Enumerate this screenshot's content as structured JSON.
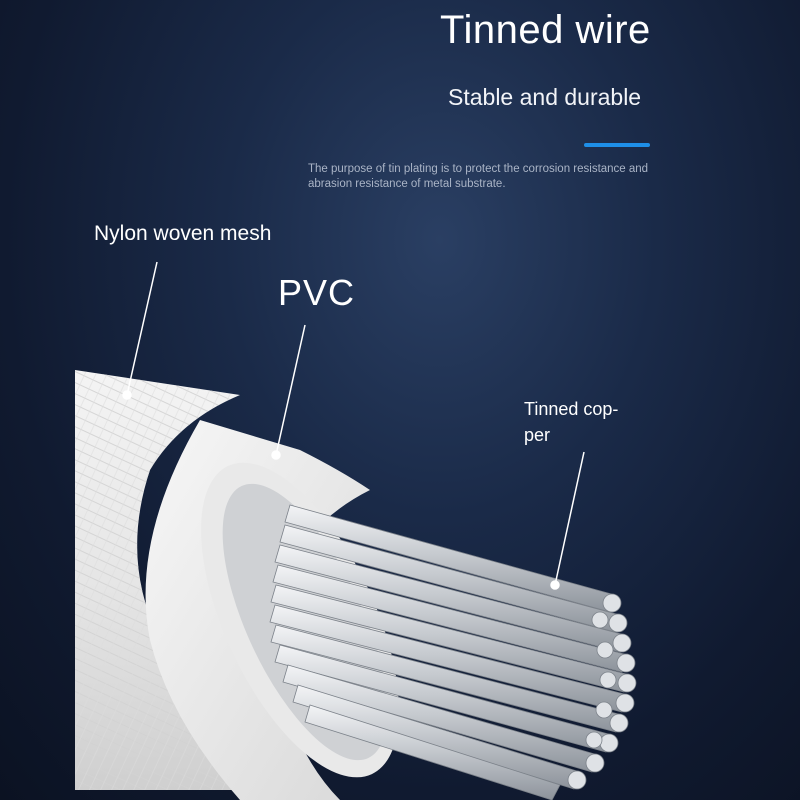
{
  "header": {
    "title": "Tinned wire",
    "subtitle": "Stable and durable",
    "description": "The purpose of tin plating is to protect the corrosion resistance and abrasion resistance of metal substrate."
  },
  "callouts": {
    "nylon": "Nylon woven mesh",
    "pvc": "PVC",
    "copper_line1": "Tinned cop-",
    "copper_line2": "per"
  },
  "colors": {
    "background": "#121d36",
    "accent": "#1e8fe8",
    "cable_white": "#eeeeee",
    "wire_silver": "#c9ccd1"
  }
}
